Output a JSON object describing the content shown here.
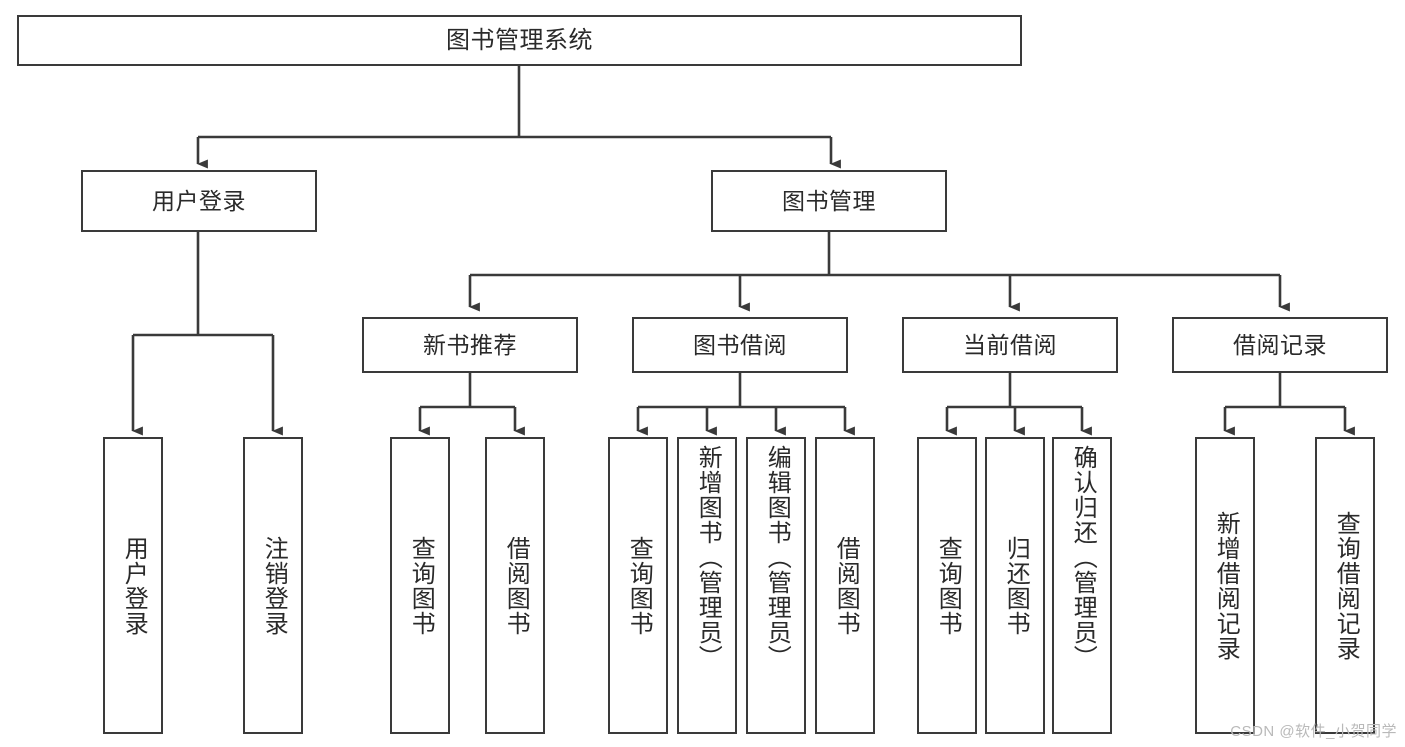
{
  "diagram": {
    "title": "图书管理系统",
    "type": "tree",
    "root": {
      "id": "root",
      "label": "图书管理系统",
      "orientation": "horizontal"
    },
    "level1": [
      {
        "id": "user-login",
        "label": "用户登录",
        "orientation": "horizontal"
      },
      {
        "id": "book-management",
        "label": "图书管理",
        "orientation": "horizontal"
      }
    ],
    "level2": [
      {
        "id": "new-book-recommend",
        "label": "新书推荐",
        "parent": "book-management",
        "orientation": "horizontal"
      },
      {
        "id": "book-borrow",
        "label": "图书借阅",
        "parent": "book-management",
        "orientation": "horizontal"
      },
      {
        "id": "current-borrow",
        "label": "当前借阅",
        "parent": "book-management",
        "orientation": "horizontal"
      },
      {
        "id": "borrow-record",
        "label": "借阅记录",
        "parent": "book-management",
        "orientation": "horizontal"
      }
    ],
    "leaves": [
      {
        "id": "leaf-user-login",
        "label": "用户登录",
        "parent": "user-login",
        "orientation": "vertical"
      },
      {
        "id": "leaf-logout-login",
        "label": "注销登录",
        "parent": "user-login",
        "orientation": "vertical"
      },
      {
        "id": "leaf-query-book-1",
        "label": "查询图书",
        "parent": "new-book-recommend",
        "orientation": "vertical"
      },
      {
        "id": "leaf-borrow-book-1",
        "label": "借阅图书",
        "parent": "new-book-recommend",
        "orientation": "vertical"
      },
      {
        "id": "leaf-query-book-2",
        "label": "查询图书",
        "parent": "book-borrow",
        "orientation": "vertical"
      },
      {
        "id": "leaf-add-book",
        "label": "新增图书（管理员）",
        "parent": "book-borrow",
        "orientation": "vertical"
      },
      {
        "id": "leaf-edit-book",
        "label": "编辑图书（管理员）",
        "parent": "book-borrow",
        "orientation": "vertical"
      },
      {
        "id": "leaf-borrow-book-2",
        "label": "借阅图书",
        "parent": "book-borrow",
        "orientation": "vertical"
      },
      {
        "id": "leaf-query-book-3",
        "label": "查询图书",
        "parent": "current-borrow",
        "orientation": "vertical"
      },
      {
        "id": "leaf-return-book",
        "label": "归还图书",
        "parent": "current-borrow",
        "orientation": "vertical"
      },
      {
        "id": "leaf-confirm-return",
        "label": "确认归还（管理员）",
        "parent": "current-borrow",
        "orientation": "vertical"
      },
      {
        "id": "leaf-add-record",
        "label": "新增借阅记录",
        "parent": "borrow-record",
        "orientation": "vertical"
      },
      {
        "id": "leaf-query-record",
        "label": "查询借阅记录",
        "parent": "borrow-record",
        "orientation": "vertical"
      }
    ],
    "watermark": "CSDN @软件_小贺同学",
    "colors": {
      "border": "#3a3a3a",
      "text": "#2a2a2a",
      "background": "#ffffff",
      "watermark": "#b9b9b9"
    }
  }
}
